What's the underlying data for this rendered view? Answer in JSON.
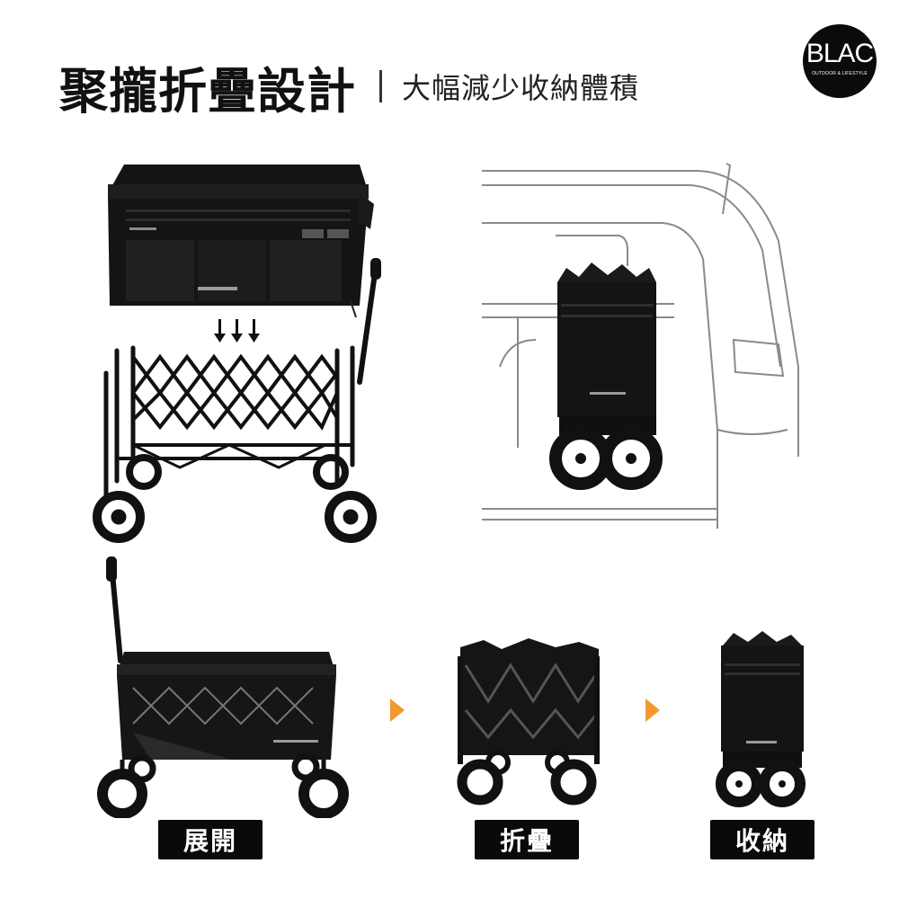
{
  "header": {
    "title": "聚攏折疊設計",
    "subtitle": "大幅減少收納體積"
  },
  "logo": {
    "main": "BLAC",
    "sub": "OUTDOOR & LIFESTYLE"
  },
  "stages": [
    {
      "label": "展開"
    },
    {
      "label": "折疊"
    },
    {
      "label": "收納"
    }
  ],
  "colors": {
    "arrow": "#f29a2e",
    "product": "#141414",
    "label_bg": "#0a0a0a"
  },
  "icons": [
    "down-arrow-icon",
    "play-arrow-icon"
  ]
}
